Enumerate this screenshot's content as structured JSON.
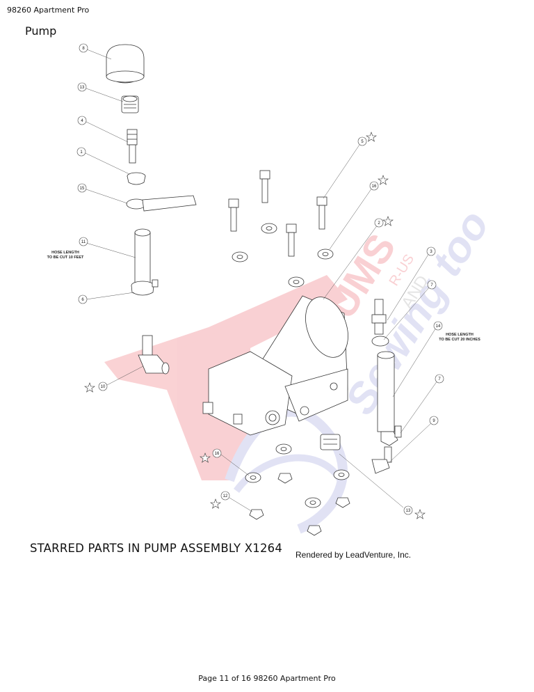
{
  "header": {
    "doc_title": "98260 Apartment Pro"
  },
  "section": {
    "title": "Pump"
  },
  "diagram": {
    "callouts": [
      {
        "id": "c8",
        "label": "8"
      },
      {
        "id": "c13a",
        "label": "13"
      },
      {
        "id": "c4",
        "label": "4"
      },
      {
        "id": "c1",
        "label": "1"
      },
      {
        "id": "c15",
        "label": "15"
      },
      {
        "id": "c11",
        "label": "11"
      },
      {
        "id": "c6",
        "label": "6"
      },
      {
        "id": "c10",
        "label": "10"
      },
      {
        "id": "c5",
        "label": "5"
      },
      {
        "id": "c16a",
        "label": "16"
      },
      {
        "id": "c2",
        "label": "2"
      },
      {
        "id": "c3",
        "label": "3"
      },
      {
        "id": "c7a",
        "label": "7"
      },
      {
        "id": "c14",
        "label": "14"
      },
      {
        "id": "c7b",
        "label": "7"
      },
      {
        "id": "c9",
        "label": "9"
      },
      {
        "id": "c16b",
        "label": "16"
      },
      {
        "id": "c12",
        "label": "12"
      },
      {
        "id": "c13b",
        "label": "13"
      }
    ],
    "hose_note_left": [
      "HOSE LENGTH",
      "TO BE CUT 10 FEET"
    ],
    "hose_note_right": [
      "HOSE LENGTH",
      "TO BE CUT 20 INCHES"
    ]
  },
  "footer": {
    "note": "STARRED PARTS IN PUMP ASSEMBLY X1264",
    "credit": "Rendered by LeadVenture, Inc.",
    "page": "Page 11 of 16 98260 Apartment Pro"
  },
  "colors": {
    "line": "#333333",
    "watermark_red": "#e8303a",
    "watermark_blue": "#7a7fd0"
  }
}
